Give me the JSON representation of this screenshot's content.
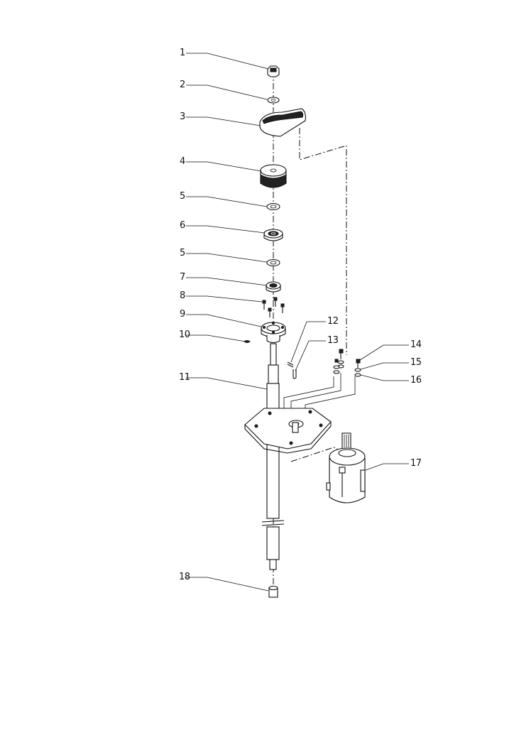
{
  "callouts": [
    {
      "id": "c1",
      "label": "1"
    },
    {
      "id": "c2",
      "label": "2"
    },
    {
      "id": "c3",
      "label": "3"
    },
    {
      "id": "c4",
      "label": "4"
    },
    {
      "id": "c5a",
      "label": "5"
    },
    {
      "id": "c6",
      "label": "6"
    },
    {
      "id": "c5b",
      "label": "5"
    },
    {
      "id": "c7",
      "label": "7"
    },
    {
      "id": "c8",
      "label": "8"
    },
    {
      "id": "c9",
      "label": "9"
    },
    {
      "id": "c10",
      "label": "10"
    },
    {
      "id": "c11",
      "label": "11"
    },
    {
      "id": "c12",
      "label": "12"
    },
    {
      "id": "c13",
      "label": "13"
    },
    {
      "id": "c14",
      "label": "14"
    },
    {
      "id": "c15",
      "label": "15"
    },
    {
      "id": "c16",
      "label": "16"
    },
    {
      "id": "c17",
      "label": "17"
    },
    {
      "id": "c18",
      "label": "18"
    }
  ]
}
